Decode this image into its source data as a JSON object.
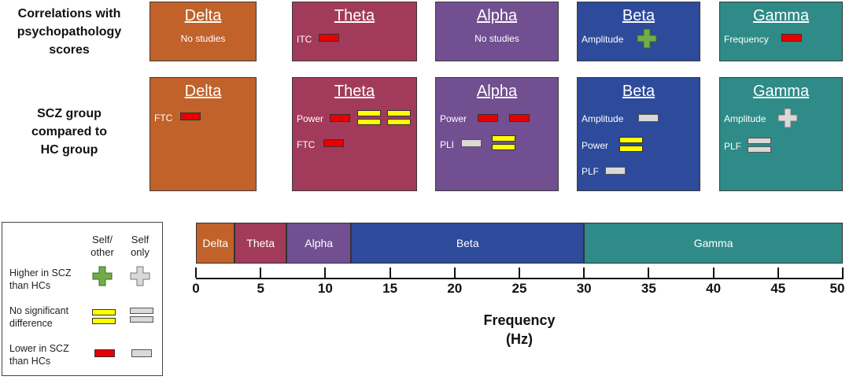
{
  "row_labels": {
    "correlations": [
      "Correlations with",
      "psychopathology",
      "scores"
    ],
    "group": [
      "SCZ group",
      "compared to",
      "HC group"
    ]
  },
  "colors": {
    "delta": "#c0622a",
    "theta": "#a23b5b",
    "alpha": "#714f91",
    "beta": "#2d4a9b",
    "gamma": "#2e8b87",
    "higher_self_other": "#70ad47",
    "lower": "#e60000",
    "no_diff_self_other": "#ffff00",
    "self_only": "#d9d9d9"
  },
  "correlations": {
    "delta": {
      "title": "Delta",
      "note": "No studies"
    },
    "theta": {
      "title": "Theta",
      "m1": "ITC"
    },
    "alpha": {
      "title": "Alpha",
      "note": "No studies"
    },
    "beta": {
      "title": "Beta",
      "m1": "Amplitude"
    },
    "gamma": {
      "title": "Gamma",
      "m1": "Frequency"
    }
  },
  "group": {
    "delta": {
      "title": "Delta",
      "m1": "FTC"
    },
    "theta": {
      "title": "Theta",
      "m1": "Power",
      "m2": "FTC"
    },
    "alpha": {
      "title": "Alpha",
      "m1": "Power",
      "m2": "PLI"
    },
    "beta": {
      "title": "Beta",
      "m1": "Amplitude",
      "m2": "Power",
      "m3": "PLF"
    },
    "gamma": {
      "title": "Gamma",
      "m1": "Amplitude",
      "m2": "PLF"
    }
  },
  "legend": {
    "col1": [
      "Self/",
      "other"
    ],
    "col2": [
      "Self",
      "only"
    ],
    "higher": [
      "Higher in SCZ",
      "than HCs"
    ],
    "nodiff": [
      "No significant",
      "difference"
    ],
    "lower": [
      "Lower in SCZ",
      "than HCs"
    ]
  },
  "scale": {
    "bands": [
      {
        "name": "Delta",
        "start": 0,
        "end": 3
      },
      {
        "name": "Theta",
        "start": 3,
        "end": 7
      },
      {
        "name": "Alpha",
        "start": 7,
        "end": 12
      },
      {
        "name": "Beta",
        "start": 12,
        "end": 30
      },
      {
        "name": "Gamma",
        "start": 30,
        "end": 50
      }
    ],
    "ticks": [
      "0",
      "5",
      "10",
      "15",
      "20",
      "25",
      "30",
      "35",
      "40",
      "45",
      "50"
    ],
    "axis_title": [
      "Frequency",
      "(Hz)"
    ],
    "range": [
      0,
      50
    ]
  }
}
